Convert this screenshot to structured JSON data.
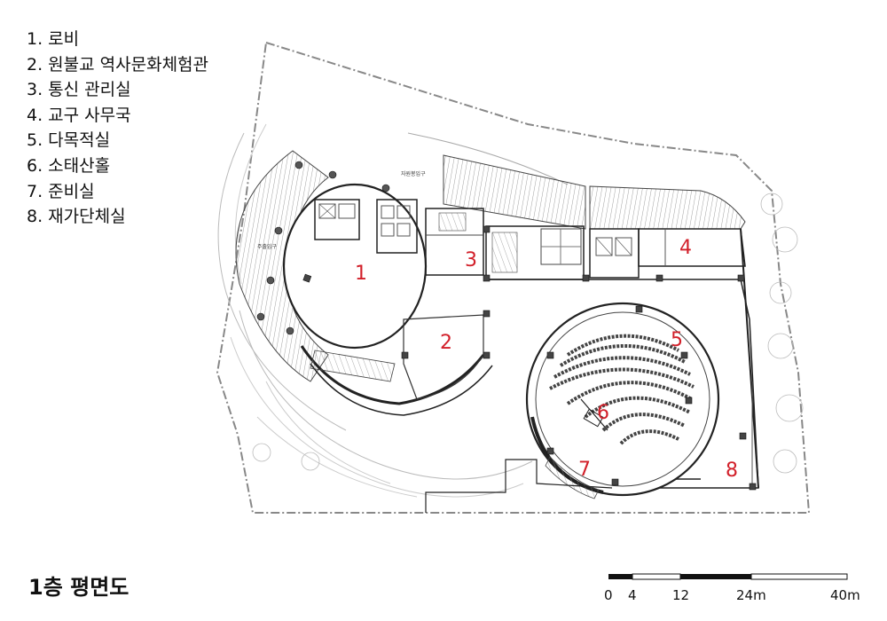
{
  "legend": [
    "1. 로비",
    "2. 원불교 역사문화체험관",
    "3. 통신 관리실",
    "4. 교구 사무국",
    "5. 다목적실",
    "6. 소태산홀",
    "7. 준비실",
    "8. 재가단체실"
  ],
  "rooms": [
    "1",
    "2",
    "3",
    "4",
    "5",
    "6",
    "7",
    "8"
  ],
  "entrances": {
    "main": "주출입구",
    "secondary": "자원봉입구"
  },
  "title": "1층 평면도",
  "scale_bar": {
    "labels": [
      "0",
      "4",
      "12",
      "24m",
      "40m"
    ]
  },
  "colors": {
    "room_numbers": "#d2202a",
    "lines": "#333333"
  }
}
